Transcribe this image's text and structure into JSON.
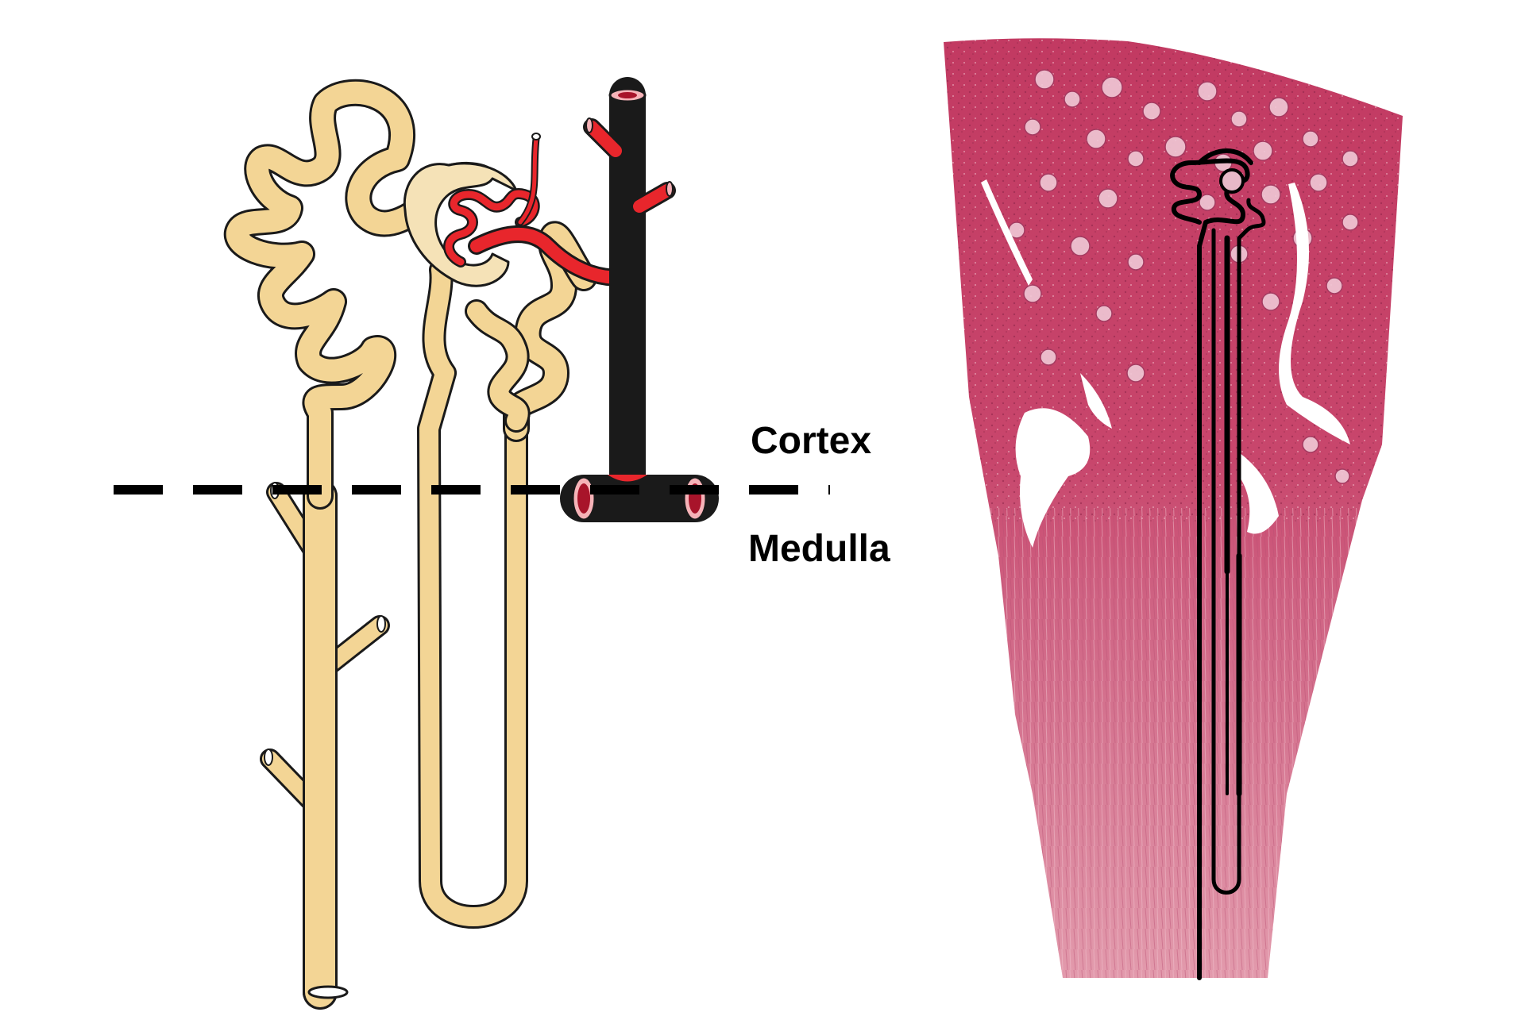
{
  "labels": {
    "cortex": "Cortex",
    "medulla": "Medulla"
  },
  "colors": {
    "tubule_fill": "#f3d595",
    "tubule_outline": "#1a1a1a",
    "capsule_fill": "#f5e2b7",
    "vessel_fill": "#e8262c",
    "vessel_lumen": "#a8142a",
    "vessel_lumen_inner": "#f6b3b8",
    "tissue_cortex": "#c5466c",
    "tissue_medulla": "#d6788f",
    "boundary_line": "#000000",
    "overlay_line": "#000000"
  },
  "icons": {
    "boundary": "dashed-line"
  }
}
